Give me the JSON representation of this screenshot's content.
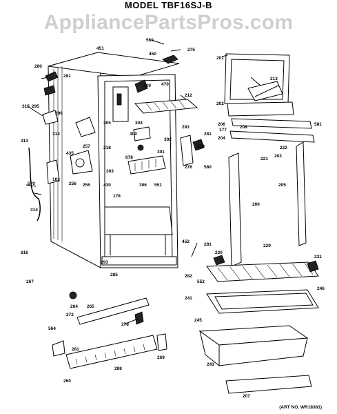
{
  "title": "MODEL TBF16SJ-B",
  "watermark": "AppliancePartsPros.com",
  "art_number": "(ART NO. WR18381)",
  "callouts": [
    "560",
    "451",
    "450",
    "275",
    "201",
    "280",
    "281",
    "213",
    "470",
    "209",
    "212",
    "295",
    "296",
    "305",
    "304",
    "202",
    "315",
    "312",
    "283",
    "281",
    "581",
    "206",
    "177",
    "208",
    "204",
    "221",
    "222",
    "203",
    "313",
    "435",
    "257",
    "218",
    "300",
    "301",
    "302",
    "279",
    "276",
    "580",
    "256",
    "255",
    "678",
    "303",
    "306",
    "205",
    "102",
    "551",
    "570",
    "430",
    "178",
    "206",
    "314",
    "452",
    "281",
    "230",
    "229",
    "231",
    "616",
    "267",
    "293",
    "285",
    "282",
    "552",
    "246",
    "241",
    "264",
    "265",
    "245",
    "272",
    "278",
    "564",
    "281",
    "243",
    "260",
    "288",
    "269",
    "207"
  ]
}
